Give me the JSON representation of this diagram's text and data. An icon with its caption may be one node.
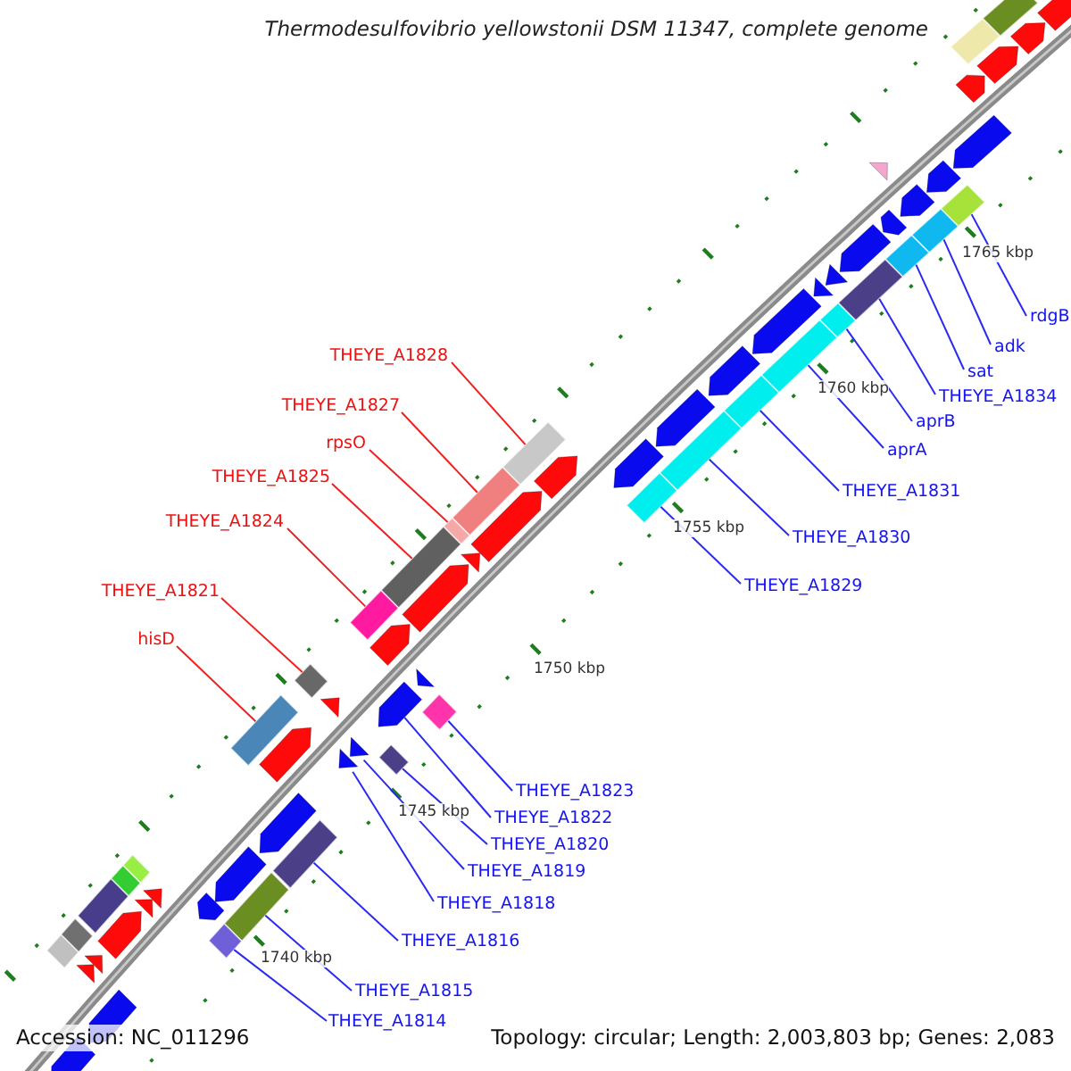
{
  "diagram": {
    "title": "Thermodesulfovibrio yellowstonii DSM 11347, complete genome",
    "nodes": [
      {
        "text": [
          "THEYE_A1828"
        ]
      },
      {
        "text": [],
        "shape": "bar"
      },
      {
        "text": [
          "THEYE_A1827"
        ]
      },
      {
        "text": [],
        "shape": "bar"
      },
      {
        "text": [
          "rpsO"
        ]
      },
      {
        "text": [],
        "shape": "bar"
      },
      {
        "text": [
          "THEYE_A1825"
        ]
      },
      {
        "text": [],
        "shape": "bar"
      },
      {
        "text": [
          "THEYE_A1824"
        ]
      },
      {
        "text": [],
        "shape": "bar"
      },
      {
        "text": [
          "THEYE_A1821"
        ]
      },
      {
        "text": [],
        "shape": "bar"
      },
      {
        "text": [
          "hisD"
        ]
      },
      {
        "text": [],
        "shape": "bar"
      },
      {
        "text": [
          "rdgB"
        ]
      },
      {
        "text": [],
        "shape": "bar"
      },
      {
        "text": [
          "adk"
        ]
      },
      {
        "text": [],
        "shape": "bar"
      },
      {
        "text": [
          "sat"
        ]
      },
      {
        "text": [],
        "shape": "bar"
      },
      {
        "text": [
          "THEYE_A1834"
        ]
      },
      {
        "text": [],
        "shape": "bar"
      },
      {
        "text": [
          "aprB"
        ]
      },
      {
        "text": [],
        "shape": "bar"
      },
      {
        "text": [
          "aprA"
        ]
      },
      {
        "text": [],
        "shape": "bar"
      },
      {
        "text": [
          "THEYE_A1831"
        ]
      },
      {
        "text": [],
        "shape": "bar"
      },
      {
        "text": [
          "THEYE_A1830"
        ]
      },
      {
        "text": [],
        "shape": "bar"
      },
      {
        "text": [
          "THEYE_A1829"
        ]
      },
      {
        "text": [],
        "shape": "bar"
      },
      {
        "text": [
          "THEYE_A1823"
        ]
      },
      {
        "text": [],
        "shape": "bar"
      },
      {
        "text": [
          "THEYE_A1822"
        ]
      },
      {
        "text": [],
        "shape": "pentagon"
      },
      {
        "text": [
          "THEYE_A1820"
        ]
      },
      {
        "text": [],
        "shape": "bar"
      },
      {
        "text": [
          "THEYE_A1819"
        ]
      },
      {
        "text": [],
        "shape": "triangle"
      },
      {
        "text": [
          "THEYE_A1818"
        ]
      },
      {
        "text": [],
        "shape": "triangle"
      },
      {
        "text": [
          "THEYE_A1816"
        ]
      },
      {
        "text": [],
        "shape": "bar"
      },
      {
        "text": [
          "THEYE_A1815"
        ]
      },
      {
        "text": [],
        "shape": "bar"
      },
      {
        "text": [
          "THEYE_A1814"
        ]
      },
      {
        "text": [],
        "shape": "bar"
      },
      {
        "text": [],
        "shape": "triangle"
      },
      {
        "text": [],
        "shape": "triangle"
      },
      {
        "text": [],
        "shape": "pentagon"
      },
      {
        "text": [],
        "shape": "triangle"
      },
      {
        "text": [],
        "shape": "triangle"
      },
      {
        "text": [],
        "shape": "pentagon"
      },
      {
        "text": [],
        "shape": "triangle"
      },
      {
        "text": [],
        "shape": "pentagon"
      },
      {
        "text": [],
        "shape": "pentagon"
      },
      {
        "text": [],
        "shape": "triangle"
      },
      {
        "text": [],
        "shape": "pentagon"
      },
      {
        "text": [],
        "shape": "pentagon"
      },
      {
        "text": [],
        "shape": "triangle"
      },
      {
        "text": [],
        "shape": "pentagon"
      },
      {
        "text": [],
        "shape": "pentagon"
      },
      {
        "text": [],
        "shape": "pentagon"
      },
      {
        "text": [],
        "shape": "pentagon"
      },
      {
        "text": [],
        "shape": "bar"
      },
      {
        "text": [],
        "shape": "bar"
      },
      {
        "text": [],
        "shape": "bar"
      },
      {
        "text": [],
        "shape": "bar"
      },
      {
        "text": [],
        "shape": "bar"
      },
      {
        "text": [],
        "shape": "bar"
      },
      {
        "text": [],
        "shape": "bar"
      },
      {
        "text": [],
        "shape": "pentagon"
      },
      {
        "text": [],
        "shape": "pentagon"
      },
      {
        "text": [],
        "shape": "pentagon"
      },
      {
        "text": [],
        "shape": "pentagon"
      },
      {
        "text": [],
        "shape": "pentagon"
      },
      {
        "text": [],
        "shape": "triangle"
      },
      {
        "text": [],
        "shape": "pentagon"
      },
      {
        "text": [],
        "shape": "pentagon"
      },
      {
        "text": [],
        "shape": "pentagon"
      },
      {
        "text": [],
        "shape": "pentagon"
      },
      {
        "text": [],
        "shape": "triangle"
      },
      {
        "text": [],
        "shape": "triangle"
      },
      {
        "text": [],
        "shape": "pentagon"
      },
      {
        "text": [],
        "shape": "pentagon"
      },
      {
        "text": [],
        "shape": "pentagon"
      },
      {
        "text": [],
        "shape": "pentagon"
      },
      {
        "text": [],
        "shape": "pentagon"
      }
    ],
    "edges": [
      {
        "from": 0,
        "to": 1,
        "arrow": "none",
        "color": "#f02020"
      },
      {
        "from": 2,
        "to": 3,
        "arrow": "none",
        "color": "#f02020"
      },
      {
        "from": 4,
        "to": 5,
        "arrow": "none",
        "color": "#f02020"
      },
      {
        "from": 6,
        "to": 7,
        "arrow": "none",
        "color": "#f02020"
      },
      {
        "from": 8,
        "to": 9,
        "arrow": "none",
        "color": "#f02020"
      },
      {
        "from": 10,
        "to": 11,
        "arrow": "none",
        "color": "#f02020"
      },
      {
        "from": 12,
        "to": 13,
        "arrow": "none",
        "color": "#f02020"
      },
      {
        "from": 14,
        "to": 15,
        "arrow": "none"
      },
      {
        "from": 16,
        "to": 17,
        "arrow": "none"
      },
      {
        "from": 18,
        "to": 19,
        "arrow": "none"
      },
      {
        "from": 20,
        "to": 21,
        "arrow": "none"
      },
      {
        "from": 22,
        "to": 23,
        "arrow": "none"
      },
      {
        "from": 24,
        "to": 25,
        "arrow": "none"
      },
      {
        "from": 26,
        "to": 27,
        "arrow": "none"
      },
      {
        "from": 28,
        "to": 29,
        "arrow": "none"
      },
      {
        "from": 30,
        "to": 31,
        "arrow": "none"
      },
      {
        "from": 32,
        "to": 33,
        "arrow": "none"
      },
      {
        "from": 34,
        "to": 35,
        "arrow": "none"
      },
      {
        "from": 36,
        "to": 37,
        "arrow": "none"
      },
      {
        "from": 38,
        "to": 39,
        "arrow": "none"
      },
      {
        "from": 40,
        "to": 41,
        "arrow": "none"
      },
      {
        "from": 42,
        "to": 43,
        "arrow": "none"
      },
      {
        "from": 44,
        "to": 45,
        "arrow": "none"
      },
      {
        "from": 46,
        "to": 47,
        "arrow": "none"
      }
    ],
    "labels": [
      "1765 kbp",
      "1760 kbp",
      "1755 kbp",
      "1750 kbp",
      "1745 kbp",
      "1740 kbp",
      "Accession: NC_011296",
      "Topology: circular; Length: 2,003,803 bp; Genes: 2,083"
    ]
  }
}
